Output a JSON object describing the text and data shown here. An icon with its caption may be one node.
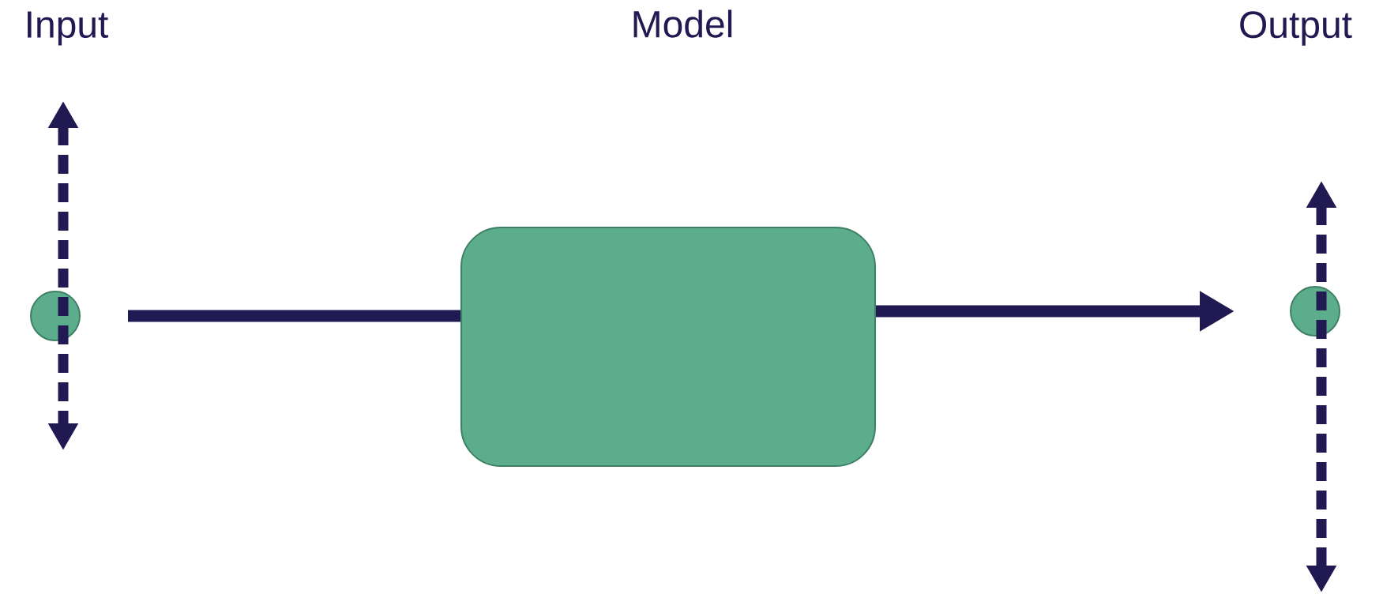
{
  "diagram": {
    "nodes": [
      {
        "text": [],
        "shape": "circle"
      },
      {
        "text": [],
        "shape": "box"
      },
      {
        "text": [],
        "shape": "circle"
      }
    ],
    "edges": [
      {
        "from": 0,
        "to": 1,
        "arrow": "none"
      },
      {
        "from": 1,
        "to": 2,
        "arrow": "to"
      }
    ],
    "labels": [
      "Input",
      "Model",
      "Output"
    ]
  }
}
